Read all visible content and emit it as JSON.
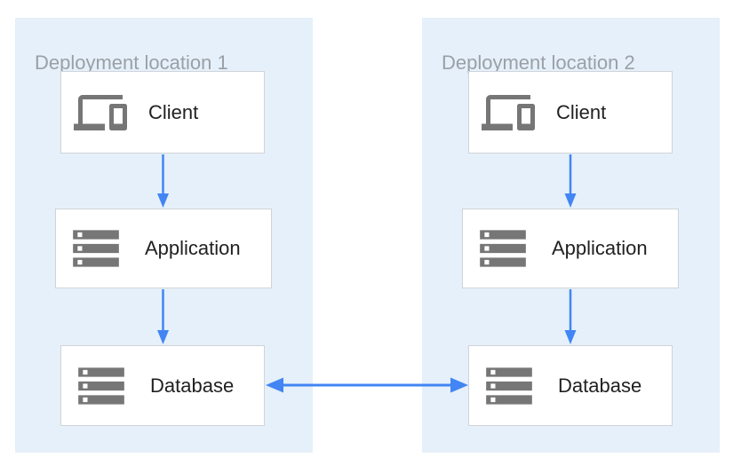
{
  "diagram": {
    "panels": [
      {
        "title": "Deployment location 1",
        "nodes": [
          {
            "icon": "devices-icon",
            "label": "Client"
          },
          {
            "icon": "server-stack-icon",
            "label": "Application"
          },
          {
            "icon": "server-stack-icon",
            "label": "Database"
          }
        ]
      },
      {
        "title": "Deployment location 2",
        "nodes": [
          {
            "icon": "devices-icon",
            "label": "Client"
          },
          {
            "icon": "server-stack-icon",
            "label": "Application"
          },
          {
            "icon": "server-stack-icon",
            "label": "Database"
          }
        ]
      }
    ],
    "connections": [
      {
        "from": "Client",
        "to": "Application",
        "location": "Deployment location 1",
        "direction": "down"
      },
      {
        "from": "Application",
        "to": "Database",
        "location": "Deployment location 1",
        "direction": "down"
      },
      {
        "from": "Client",
        "to": "Application",
        "location": "Deployment location 2",
        "direction": "down"
      },
      {
        "from": "Application",
        "to": "Database",
        "location": "Deployment location 2",
        "direction": "down"
      },
      {
        "from": "Database (Deployment location 1)",
        "to": "Database (Deployment location 2)",
        "direction": "bidirectional"
      }
    ],
    "colors": {
      "page_background": "#FFFFFF",
      "panel_background": "#E5F0FA",
      "node_background": "#FFFFFF",
      "node_border": "#D0D3D7",
      "title_gray": "#9AA0A6",
      "label_text": "#212121",
      "icon_gray": "#767676",
      "arrow_blue": "#4285F4"
    }
  }
}
